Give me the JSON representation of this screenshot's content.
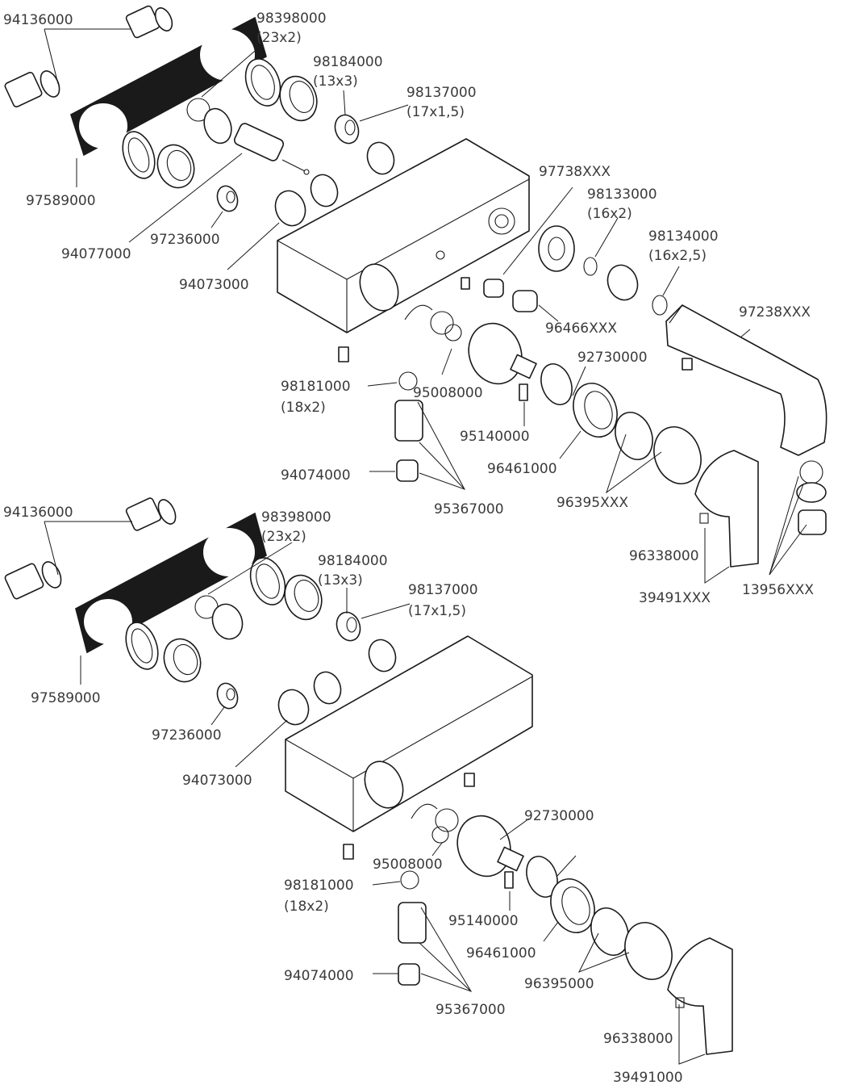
{
  "diagram": {
    "top": {
      "labels": {
        "p94136000": "94136000",
        "p98398000": "98398000",
        "p98398000_dim": "(23x2)",
        "p98184000": "98184000",
        "p98184000_dim": "(13x3)",
        "p98137000": "98137000",
        "p98137000_dim": "(17x1,5)",
        "p97589000": "97589000",
        "p94077000": "94077000",
        "p97236000": "97236000",
        "p94073000": "94073000",
        "p97738XXX": "97738XXX",
        "p98133000": "98133000",
        "p98133000_dim": "(16x2)",
        "p98134000": "98134000",
        "p98134000_dim": "(16x2,5)",
        "p97238XXX": "97238XXX",
        "p96466XXX": "96466XXX",
        "p92730000": "92730000",
        "p98181000": "98181000",
        "p98181000_dim": "(18x2)",
        "p95008000": "95008000",
        "p95140000": "95140000",
        "p96461000": "96461000",
        "p94074000": "94074000",
        "p95367000": "95367000",
        "p96395XXX": "96395XXX",
        "p96338000": "96338000",
        "p39491XXX": "39491XXX",
        "p13956XXX": "13956XXX"
      }
    },
    "bottom": {
      "labels": {
        "p94136000": "94136000",
        "p98398000": "98398000",
        "p98398000_dim": "(23x2)",
        "p98184000": "98184000",
        "p98184000_dim": "(13x3)",
        "p98137000": "98137000",
        "p98137000_dim": "(17x1,5)",
        "p97589000": "97589000",
        "p97236000": "97236000",
        "p94073000": "94073000",
        "p92730000": "92730000",
        "p95008000": "95008000",
        "p98181000": "98181000",
        "p98181000_dim": "(18x2)",
        "p95140000": "95140000",
        "p96461000": "96461000",
        "p94074000": "94074000",
        "p95367000": "95367000",
        "p96395000": "96395000",
        "p96338000": "96338000",
        "p39491000": "39491000"
      }
    }
  }
}
